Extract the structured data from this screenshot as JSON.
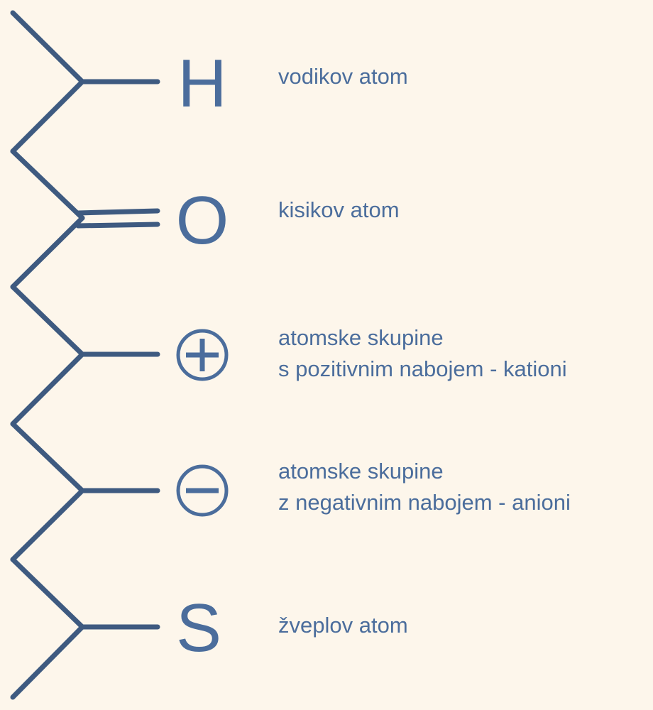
{
  "legend": {
    "hydrogen": {
      "symbol": "H",
      "label": "vodikov atom"
    },
    "oxygen": {
      "symbol": "O",
      "label": "kisikov atom"
    },
    "cation": {
      "symbol": "⊕",
      "label_line1": "atomske skupine",
      "label_line2": "s pozitivnim nabojem - kationi"
    },
    "anion": {
      "symbol": "⊖",
      "label_line1": "atomske skupine",
      "label_line2": "z negativnim nabojem - anioni"
    },
    "sulfur": {
      "symbol": "S",
      "label": "žveplov atom"
    }
  },
  "colors": {
    "background": "#fdf6eb",
    "chain": "#3e5a80",
    "symbol": "#4b6d9c"
  }
}
